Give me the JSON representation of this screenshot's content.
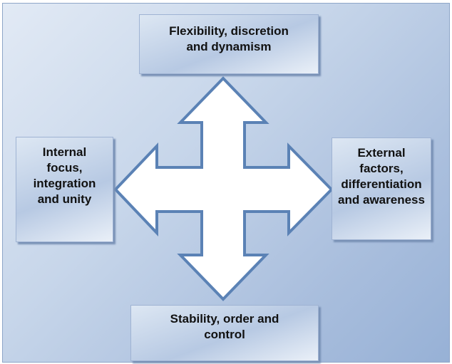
{
  "boxes": {
    "top": "Flexibility, discretion and dynamism",
    "left": "Internal focus, integration and unity",
    "right": "External factors, differentiation and awareness",
    "bottom": "Stability, order and control"
  }
}
